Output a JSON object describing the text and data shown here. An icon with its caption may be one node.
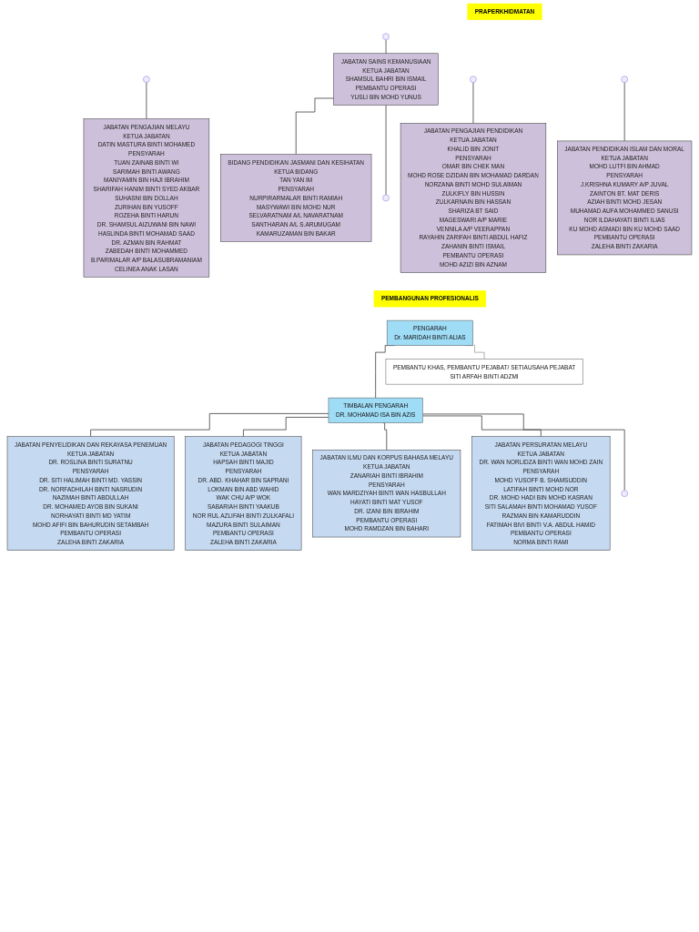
{
  "diagram": {
    "nodes": [
      {
        "text": [
          "PRAPERKHIDMATAN"
        ]
      },
      {
        "text": [
          "JABATAN PENGAJIAN MELAYU",
          "KETUA JABATAN",
          "DATIN MASTURA BINTI MOHAMED",
          "PENSYARAH",
          "TUAN ZAINAB BINTI WI",
          "SARIMAH BINTI AWANG",
          "MANIYAMIN BIN HAJI IBRAHIM",
          "SHARIFAH HANIM BINTI SYED AKBAR",
          "SUHASNI BIN DOLLAH",
          "ZURIHAN BIN YUSOFF",
          "ROZEHA BINTI HARUN",
          "DR. SHAMSUL AIZUWANI BIN NAWI",
          "HASLINDA BINTI MOHAMAD SAAD",
          "DR. AZMAN BIN RAHMAT",
          "ZABEDAH BINTI MOHAMMED",
          "B.PARIMALAR A/P BALASUBRAMANIAM",
          "CELINEA ANAK LASAN"
        ]
      },
      {
        "text": [
          "JABATAN SAINS KEMANUSIAAN",
          "KETUA JABATAN",
          "SHAMSUL BAHRI BIN ISMAIL",
          "PEMBANTU OPERASI",
          "YUSLI BIN MOHD YUNUS"
        ]
      },
      {
        "text": [
          "BIDANG PENDIDIKAN JASMANI DAN KESIHATAN",
          "KETUA BIDANG",
          "TAN YAN IM",
          "PENSYARAH",
          "NURPIRARMALAR BINTI RAMIAH",
          "MASYWAWI BIN MOHD NUR",
          "SELVARATNAM A/L NAVARATNAM",
          "SANTHARAN A/L S.ARUMUGAM",
          "KAMARUZAMAN BIN BAKAR"
        ]
      },
      {
        "text": [
          "JABATAN PENGAJIAN PENDIDIKAN",
          "KETUA JABATAN",
          "KHALID BIN JONIT",
          "PENSYARAH",
          "OMAR BIN CHEK MAN",
          "MOHD ROSE DZIDAN BIN MOHAMAD DARDAN",
          "NORZANA BINTI MOHD SULAIMAN",
          "ZULKIFLY BIN HUSSIN",
          "ZULKARNAIN BIN HASSAN",
          "SHARIZA BT SAID",
          "MAGESWARI A/P MARIE",
          "VENNILA A/P VEERAPPAN",
          "RAYAHIN ZARIFAH BINTI ABDUL HAFIZ",
          "ZAHANIN BINTI ISMAIL",
          "PEMBANTU OPERASI",
          "MOHD AZIZI BIN AZNAM"
        ]
      },
      {
        "text": [
          "JABATAN PENDIDIKAN ISLAM DAN MORAL",
          "KETUA JABATAN",
          "MOHD LUTFI BIN AHMAD",
          "PENSYARAH",
          "J.KRISHNA KUMARY A/P JUVAL",
          "ZAINTON BT. MAT DERIS",
          "AZIAH BINTI MOHD JESAN",
          "MUHAMAD AUFA MOHAMMED SANUSI",
          "NOR ILDAHAYATI BINTI ILIAS",
          "KU MOHD ASMADI BIN KU MOHD SAAD",
          "PEMBANTU OPERASI",
          "ZALEHA BINTI ZAKARIA"
        ]
      },
      {
        "text": [
          "PEMBANGUNAN PROFESIONALIS"
        ]
      },
      {
        "text": [
          "PENGARAH",
          "Dr. MARIDAH BINTI ALIAS"
        ]
      },
      {
        "text": [
          "PEMBANTU KHAS, PEMBANTU PEJABAT/ SETIAUSAHA PEJABAT",
          "SITI ARFAH BINTI ADZMI"
        ]
      },
      {
        "text": [
          "TIMBALAN PENGARAH",
          "DR. MOHAMAD ISA BIN AZIS"
        ]
      },
      {
        "text": [
          "JABATAN PENYELIDIKAN DAN REKAYASA PENEMUAN",
          "KETUA JABATAN",
          "DR. ROSLINA BINTI SURATNU",
          "PENSYARAH",
          "DR. SITI HALIMAH BINTI MD. YASSIN",
          "DR. NORFADHILAH BINTI NASRUDIN",
          "NAZIMAH BINTI ABDULLAH",
          "DR. MOHAMED AYOB BIN SUKANI",
          "NORHAYATI BINTI MD YATIM",
          "MOHD AFIFI BIN BAHURUDIN SETAMBAH",
          "PEMBANTU OPERASI",
          "ZALEHA BINTI ZAKARIA"
        ]
      },
      {
        "text": [
          "JABATAN PEDAGOGI TINGGI",
          "KETUA JABATAN",
          "HAPSAH BINTI MAJID",
          "PENSYARAH",
          "DR. ABD. KHAHAR BIN SAPRANI",
          "LOKMAN BIN ABD WAHID",
          "WAK CHU A/P WOK",
          "SABARIAH BINTI YAAKUB",
          "NOR RUL AZLIFAH BINTI ZULKAFALI",
          "MAZURA BINTI SULAIMAN",
          "PEMBANTU OPERASI",
          "ZALEHA BINTI ZAKARIA"
        ]
      },
      {
        "text": [
          "JABATAN ILMU DAN KORPUS BAHASA MELAYU",
          "KETUA JABATAN",
          "ZANARIAH BINTI IBRAHIM",
          "PENSYARAH",
          "WAN MARDZIYAH BINTI WAN HASBULLAH",
          "HAYATI BINTI MAT YUSOF",
          "DR. IZANI BIN IBRAHIM",
          "PEMBANTU OPERASI",
          "MOHD RAMDZAN BIN BAHARI"
        ]
      },
      {
        "text": [
          "JABATAN PERSURATAN MELAYU",
          "KETUA JABATAN",
          "DR. WAN NORLIDZA BINTI WAN MOHD ZAIN",
          "PENSYARAH",
          "MOHD YUSOFF B. SHAMSUDDIN",
          "LATIFAH BINTI MOHD NOR",
          "DR. MOHD HADI BIN MOHD KASRAN",
          "SITI SALAMAH BINTI MOHAMAD YUSOF",
          "RAZMAN BIN KAMARUDDIN",
          "FATIMAH BIVI BINTI V.A. ABDUL HAMID",
          "PEMBANTU OPERASI",
          "NORMA BINTI RAMI"
        ]
      }
    ],
    "edges": [
      {
        "from": null,
        "to": 1,
        "arrow": "none"
      },
      {
        "from": null,
        "to": 2,
        "arrow": "none"
      },
      {
        "from": null,
        "to": 4,
        "arrow": "none"
      },
      {
        "from": null,
        "to": 5,
        "arrow": "none"
      },
      {
        "from": 2,
        "to": 3,
        "arrow": "none"
      },
      {
        "from": 2,
        "to": null,
        "arrow": "none"
      },
      {
        "from": 7,
        "to": 9,
        "arrow": "none"
      },
      {
        "from": 7,
        "to": 8,
        "arrow": "none",
        "style": "dashed"
      },
      {
        "from": 9,
        "to": 10,
        "arrow": "none"
      },
      {
        "from": 9,
        "to": 11,
        "arrow": "none"
      },
      {
        "from": 9,
        "to": 12,
        "arrow": "none"
      },
      {
        "from": 9,
        "to": 13,
        "arrow": "none"
      },
      {
        "from": 9,
        "to": null,
        "arrow": "none"
      }
    ]
  }
}
